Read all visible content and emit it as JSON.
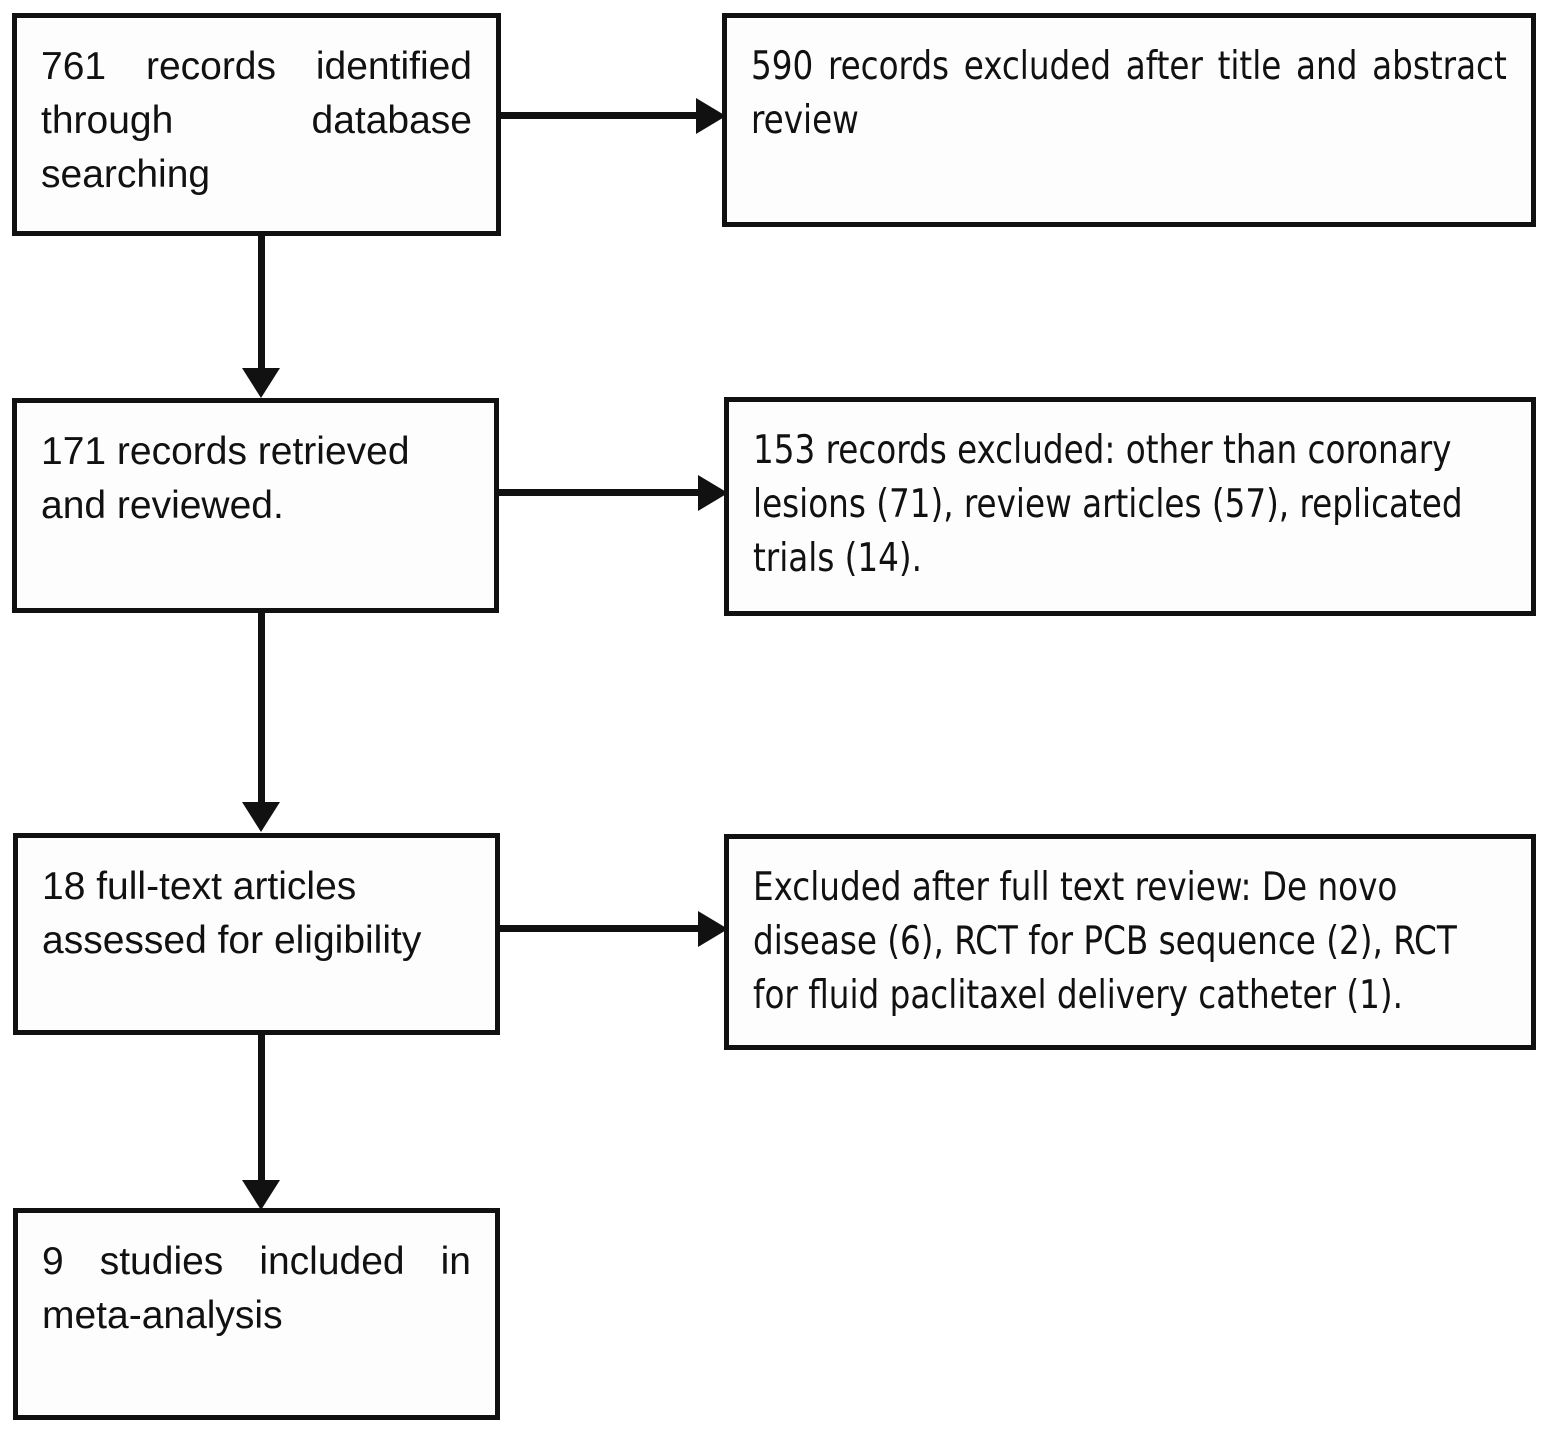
{
  "diagram": {
    "type": "prisma-flow-diagram",
    "title": "",
    "background_color": "#ffffff",
    "line_color": "#111111",
    "text_color": "#111111",
    "boxes": [
      {
        "id": "identified",
        "text": "761 records identified through database searching",
        "count": 761,
        "column": "left",
        "stage": "identification"
      },
      {
        "id": "excluded-title-abstract",
        "text": "590 records excluded after title and abstract review",
        "count": 590,
        "column": "right",
        "stage": "screening-exclusion"
      },
      {
        "id": "retrieved",
        "text": "171 records retrieved and reviewed.",
        "count": 171,
        "column": "left",
        "stage": "screening"
      },
      {
        "id": "excluded-reasons",
        "text": "153 records excluded: other than coronary lesions (71), review articles (57), replicated trials (14).",
        "count": 153,
        "column": "right",
        "stage": "screening-exclusion"
      },
      {
        "id": "full-text",
        "text": "18 full-text articles assessed for eligibility",
        "count": 18,
        "column": "left",
        "stage": "eligibility"
      },
      {
        "id": "excluded-full-text",
        "text": "Excluded after full text review: De novo disease (6), RCT for PCB sequence (2), RCT for fluid paclitaxel delivery catheter (1).",
        "column": "right",
        "stage": "eligibility-exclusion"
      },
      {
        "id": "included",
        "text": "9 studies included in meta-analysis",
        "count": 9,
        "column": "left",
        "stage": "included"
      }
    ],
    "connectors": [
      {
        "id": "identified-to-retrieved",
        "from": "identified",
        "to": "retrieved",
        "direction": "down"
      },
      {
        "id": "identified-to-excluded-title-abstract",
        "from": "identified",
        "to": "excluded-title-abstract",
        "direction": "right"
      },
      {
        "id": "retrieved-to-full-text",
        "from": "retrieved",
        "to": "full-text",
        "direction": "down"
      },
      {
        "id": "retrieved-to-excluded-reasons",
        "from": "retrieved",
        "to": "excluded-reasons",
        "direction": "right"
      },
      {
        "id": "full-text-to-included",
        "from": "full-text",
        "to": "included",
        "direction": "down"
      },
      {
        "id": "full-text-to-excluded-full-text",
        "from": "full-text",
        "to": "excluded-full-text",
        "direction": "right"
      }
    ]
  }
}
